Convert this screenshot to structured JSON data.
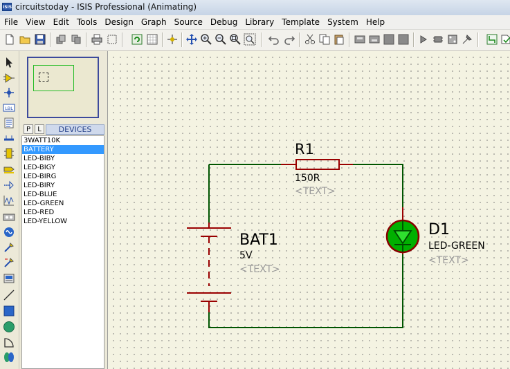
{
  "window": {
    "app_icon": "ISIS",
    "title": "circuitstoday - ISIS Professional (Animating)"
  },
  "menu": [
    "File",
    "View",
    "Edit",
    "Tools",
    "Design",
    "Graph",
    "Source",
    "Debug",
    "Library",
    "Template",
    "System",
    "Help"
  ],
  "selector": {
    "pick_label": "P",
    "libraries_label": "L",
    "title": "DEVICES"
  },
  "devices": [
    "3WATT10K",
    "BATTERY",
    "LED-BIBY",
    "LED-BIGY",
    "LED-BIRG",
    "LED-BIRY",
    "LED-BLUE",
    "LED-GREEN",
    "LED-RED",
    "LED-YELLOW"
  ],
  "selected_device": "BATTERY",
  "schematic": {
    "resistor": {
      "ref": "R1",
      "value": "150R",
      "text": "<TEXT>"
    },
    "battery": {
      "ref": "BAT1",
      "value": "5V",
      "text": "<TEXT>"
    },
    "led": {
      "ref": "D1",
      "value": "LED-GREEN",
      "text": "<TEXT>"
    }
  },
  "colors": {
    "wire": "#005500",
    "component": "#990000",
    "led_fill": "#00b000",
    "selected": "#3399ff",
    "grid_bg": "#f4f3e2"
  }
}
